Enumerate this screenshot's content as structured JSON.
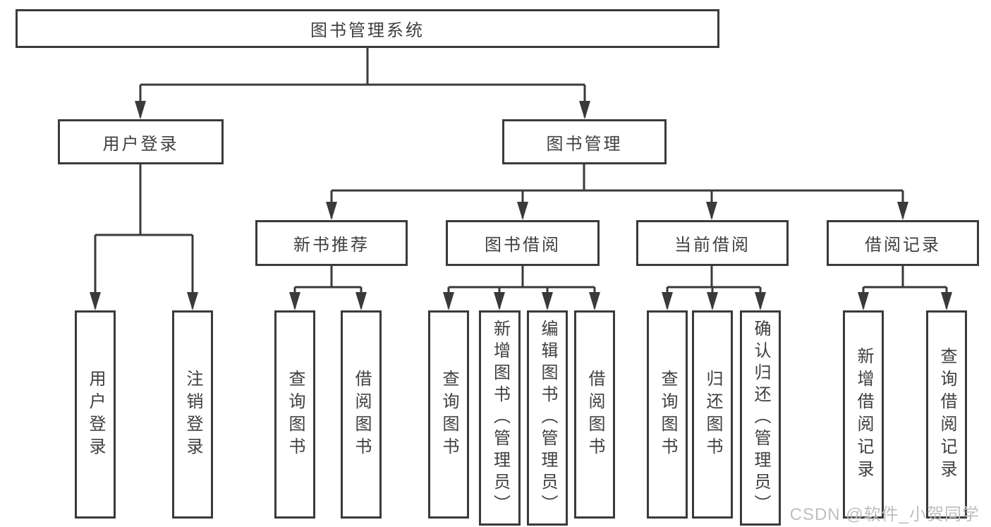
{
  "diagram": {
    "type": "hierarchy-tree",
    "colors": {
      "line": "#3a3a3a",
      "box_border": "#3a3a3a",
      "box_fill": "#ffffff",
      "text": "#3f3f3f",
      "watermark": "#bfbfbf",
      "background": "#ffffff"
    },
    "tree": {
      "label": "图书管理系统",
      "children": [
        {
          "label": "用户登录",
          "children": [
            {
              "label": "用户登录"
            },
            {
              "label": "注销登录"
            }
          ]
        },
        {
          "label": "图书管理",
          "children": [
            {
              "label": "新书推荐",
              "children": [
                {
                  "label": "查询图书"
                },
                {
                  "label": "借阅图书"
                }
              ]
            },
            {
              "label": "图书借阅",
              "children": [
                {
                  "label": "查询图书"
                },
                {
                  "label": "新增图书（管理员）"
                },
                {
                  "label": "编辑图书（管理员）"
                },
                {
                  "label": "借阅图书"
                }
              ]
            },
            {
              "label": "当前借阅",
              "children": [
                {
                  "label": "查询图书"
                },
                {
                  "label": "归还图书"
                },
                {
                  "label": "确认归还（管理员）"
                }
              ]
            },
            {
              "label": "借阅记录",
              "children": [
                {
                  "label": "新增借阅记录"
                },
                {
                  "label": "查询借阅记录"
                }
              ]
            }
          ]
        }
      ]
    },
    "watermark": "CSDN @软件_小贺同学"
  }
}
